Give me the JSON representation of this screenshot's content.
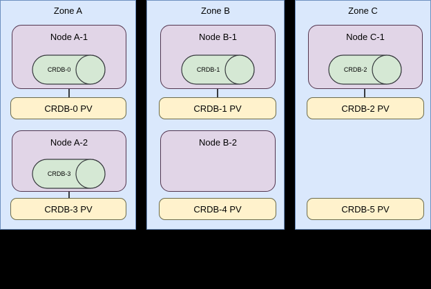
{
  "diagram": {
    "background_color": "#000000",
    "zone_fill": "#dae8fc",
    "zone_stroke": "#6c8ebf",
    "node_fill": "#e1d5e7",
    "node_stroke": "#51344d",
    "pv_fill": "#fff2cc",
    "pv_stroke": "#6a6a4a",
    "pod_fill": "#d5e8d4",
    "pod_stroke": "#36393d",
    "connector_color": "#36393d"
  },
  "zones": [
    {
      "id": "zone-a",
      "label": "Zone A",
      "nodes": [
        {
          "id": "node-a-1",
          "label": "Node A-1",
          "pod": {
            "label": "CRDB-0"
          },
          "connected": true
        },
        {
          "id": "node-a-2",
          "label": "Node A-2",
          "pod": {
            "label": "CRDB-3"
          },
          "connected": true
        }
      ],
      "volumes": [
        {
          "id": "pv-crdb-0",
          "label": "CRDB-0 PV"
        },
        {
          "id": "pv-crdb-3",
          "label": "CRDB-3 PV"
        }
      ]
    },
    {
      "id": "zone-b",
      "label": "Zone B",
      "nodes": [
        {
          "id": "node-b-1",
          "label": "Node B-1",
          "pod": {
            "label": "CRDB-1"
          },
          "connected": true
        },
        {
          "id": "node-b-2",
          "label": "Node B-2",
          "pod": null,
          "connected": false
        }
      ],
      "volumes": [
        {
          "id": "pv-crdb-1",
          "label": "CRDB-1 PV"
        },
        {
          "id": "pv-crdb-4",
          "label": "CRDB-4 PV"
        }
      ]
    },
    {
      "id": "zone-c",
      "label": "Zone C",
      "nodes": [
        {
          "id": "node-c-1",
          "label": "Node C-1",
          "pod": {
            "label": "CRDB-2"
          },
          "connected": true
        }
      ],
      "volumes": [
        {
          "id": "pv-crdb-2",
          "label": "CRDB-2 PV"
        },
        {
          "id": "pv-crdb-5",
          "label": "CRDB-5 PV"
        }
      ]
    }
  ]
}
